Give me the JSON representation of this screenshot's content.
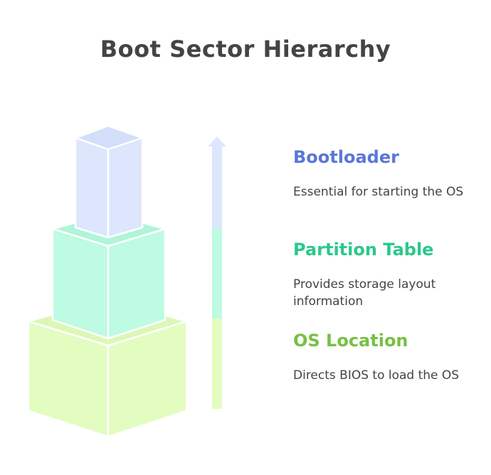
{
  "title": "Boot Sector Hierarchy",
  "levels": [
    {
      "label": "Bootloader",
      "description": "Essential for starting the OS",
      "color": "#5a77d8",
      "fill": "#dde6fc"
    },
    {
      "label": "Partition Table",
      "description": "Provides storage layout information",
      "color": "#2bc88a",
      "fill": "#bdfbe2"
    },
    {
      "label": "OS Location",
      "description": "Directs BIOS to load the OS",
      "color": "#76c043",
      "fill": "#e3fcc0"
    }
  ]
}
